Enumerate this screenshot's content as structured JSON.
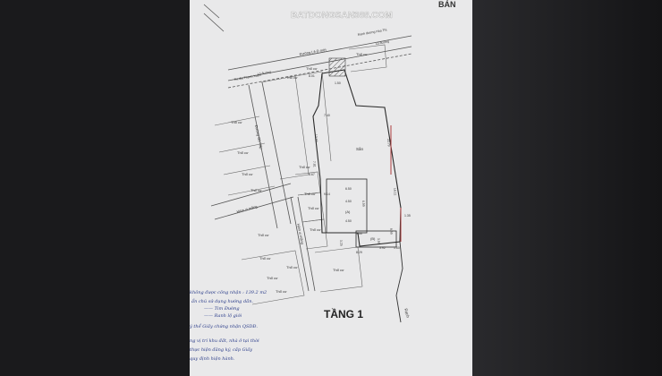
{
  "watermark": "BATDONGSAN388.COM",
  "corner_text": "BẢN",
  "roads": {
    "top_left": "Đường Lê Đ mới",
    "top_right": "Ranh đường Hòa Thị",
    "bottom_right": "Lộ đường",
    "left_small": "Ra địa Thạnh Xuân",
    "lo_duong": "Lộ đường",
    "vertical": "Đường Gò Vấp",
    "hem": "Hẻm xi măng",
    "hem_vertical": "Hẻm xi măng"
  },
  "lots": {
    "tho_cu": "Thổ cư",
    "main_label": "Sân",
    "lot_a": "(A)",
    "lot_b": "(B)",
    "rach": "Rạch"
  },
  "dimensions": [
    "7.40",
    "22.79",
    "19.11",
    "1.35",
    "6.50",
    "6.50",
    "4.50",
    "4.50",
    "3.50",
    "3.50",
    "8.29",
    "3.92",
    "1.60",
    "6.67",
    "9.14",
    "13.93",
    "3.25",
    "7.81",
    "8.01",
    "1.50",
    "9.40"
  ],
  "title": "TẦNG 1",
  "legend_lines": [
    "không được công nhận : 139.2 m2",
    "ẩn chủ sử dụng hướng dẫn.",
    "—— Tim Đường",
    "—— Ranh lộ giới",
    "ý thể Giấy chứng nhận QSDĐ.",
    "ng vị trí khu đất, nhà ở tại thời",
    "thực hiện đăng ký, cấp Giấy",
    "quy định hiện hành."
  ]
}
